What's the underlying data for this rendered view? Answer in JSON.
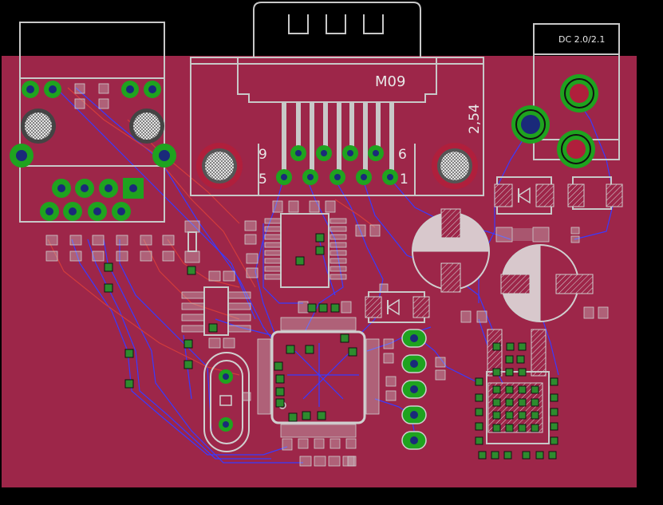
{
  "labels": {
    "connector_name": "M09",
    "pitch": "2,54",
    "pin9": "9",
    "pin6": "6",
    "pin5": "5",
    "pin1": "1",
    "dc_jack": "DC 2.0/2.1"
  },
  "colors": {
    "background": "#000000",
    "board": "#9d2649",
    "silkscreen": "#c8c8c8",
    "pad_ring": "#1fa31f",
    "bottom_trace": "#3a3aff",
    "top_trace": "#d23c3c",
    "mounting_hole": "#b01f3c"
  }
}
